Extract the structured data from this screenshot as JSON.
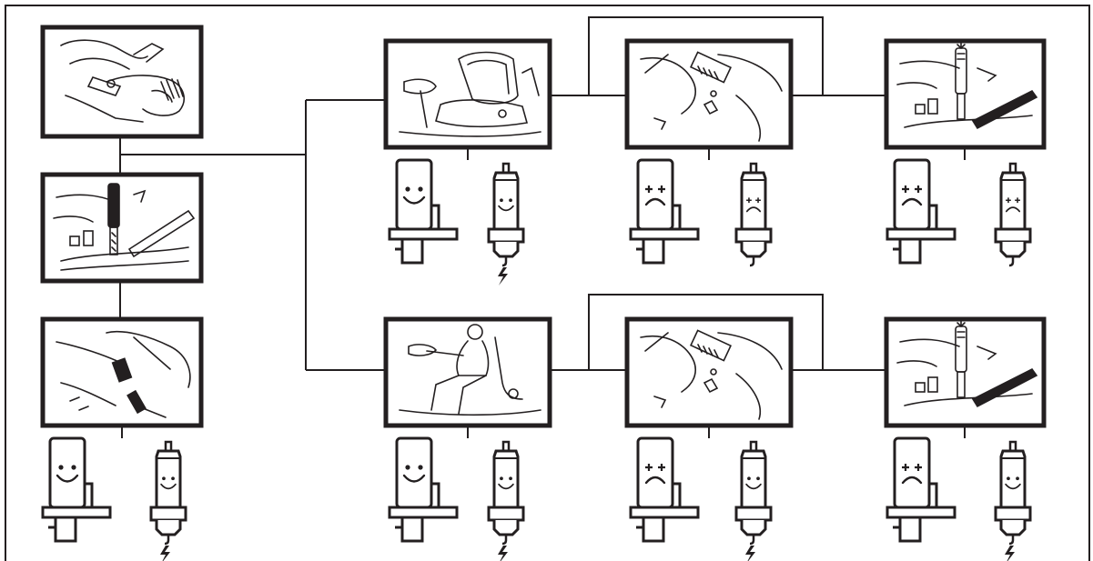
{
  "colors": {
    "ink": "#231f20",
    "paper": "#ffffff"
  },
  "steps": [
    {
      "id": "s1",
      "scene": "ignition-key-hand-icon"
    },
    {
      "id": "s2",
      "scene": "safety-switch-test-icon"
    },
    {
      "id": "s3",
      "scene": "control-lever-icon"
    },
    {
      "id": "s4",
      "scene": "empty-seat-icon"
    },
    {
      "id": "s5",
      "scene": "engaged-lever-icon"
    },
    {
      "id": "s6",
      "scene": "safety-switch-test-icon"
    },
    {
      "id": "s7",
      "scene": "operator-seated-icon"
    },
    {
      "id": "s8",
      "scene": "engaged-lever-icon"
    },
    {
      "id": "s9",
      "scene": "safety-switch-test-icon"
    }
  ],
  "results": [
    {
      "step": "s3",
      "starter": "ok",
      "spark": "ok"
    },
    {
      "step": "s4",
      "starter": "ok",
      "spark": "ok"
    },
    {
      "step": "s5",
      "starter": "fail",
      "spark": "fail"
    },
    {
      "step": "s6",
      "starter": "fail",
      "spark": "fail"
    },
    {
      "step": "s7",
      "starter": "ok",
      "spark": "ok"
    },
    {
      "step": "s8",
      "starter": "fail",
      "spark": "ok"
    },
    {
      "step": "s9",
      "starter": "fail",
      "spark": "ok"
    }
  ],
  "legend": {
    "ok": "smiling-face-icon",
    "fail": "frowning-face-icon",
    "spark": "lightning-bolt-icon"
  }
}
